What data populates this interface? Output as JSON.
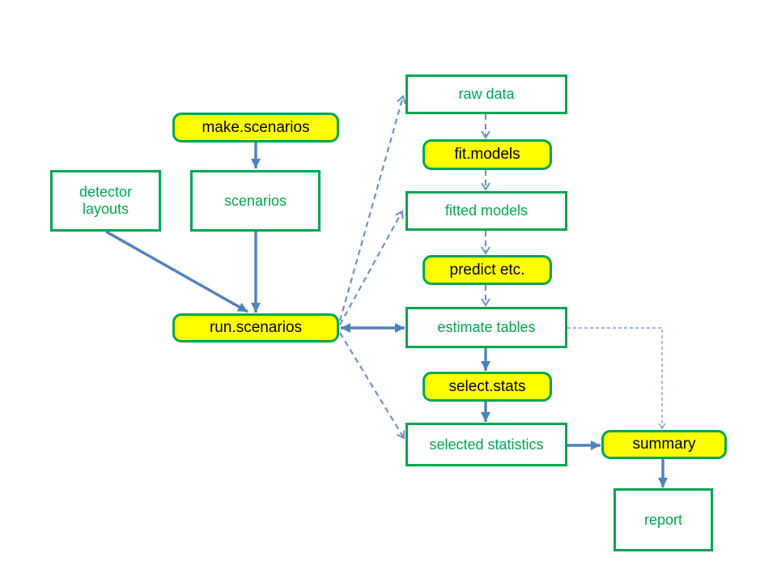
{
  "page": {
    "background": "#ffffff"
  },
  "colors": {
    "node_border_green": "#00A651",
    "node_text_green": "#00A651",
    "function_fill_yellow": "#FFFF00",
    "function_text_black": "#000000",
    "arrow_solid_blue": "#4F81BD",
    "arrow_dashed_blue": "#6D92CB",
    "arrow_elbow_blue": "#7E9FD3"
  },
  "diagram": {
    "nodes": {
      "make_scenarios": {
        "label": "make.scenarios",
        "kind": "function"
      },
      "detector_layouts": {
        "label": "detector\nlayouts",
        "kind": "data"
      },
      "scenarios": {
        "label": "scenarios",
        "kind": "data"
      },
      "run_scenarios": {
        "label": "run.scenarios",
        "kind": "function"
      },
      "raw_data": {
        "label": "raw data",
        "kind": "data"
      },
      "fit_models": {
        "label": "fit.models",
        "kind": "function"
      },
      "fitted_models": {
        "label": "fitted models",
        "kind": "data"
      },
      "predict_etc": {
        "label": "predict etc.",
        "kind": "function"
      },
      "estimate_tables": {
        "label": "estimate tables",
        "kind": "data"
      },
      "select_stats": {
        "label": "select.stats",
        "kind": "function"
      },
      "selected_statistics": {
        "label": "selected statistics",
        "kind": "data"
      },
      "summary": {
        "label": "summary",
        "kind": "function"
      },
      "report": {
        "label": "report",
        "kind": "data"
      }
    },
    "edges": [
      {
        "from": "make_scenarios",
        "to": "scenarios",
        "style": "solid"
      },
      {
        "from": "detector_layouts",
        "to": "run_scenarios",
        "style": "solid"
      },
      {
        "from": "scenarios",
        "to": "run_scenarios",
        "style": "solid"
      },
      {
        "from": "run_scenarios",
        "to": "estimate_tables",
        "style": "solid",
        "bidirectional": true
      },
      {
        "from": "run_scenarios",
        "to": "raw_data",
        "style": "dashed"
      },
      {
        "from": "run_scenarios",
        "to": "fitted_models",
        "style": "dashed"
      },
      {
        "from": "run_scenarios",
        "to": "selected_statistics",
        "style": "dashed"
      },
      {
        "from": "raw_data",
        "to": "fit_models",
        "style": "dashed"
      },
      {
        "from": "fit_models",
        "to": "fitted_models",
        "style": "dashed"
      },
      {
        "from": "fitted_models",
        "to": "predict_etc",
        "style": "dashed"
      },
      {
        "from": "predict_etc",
        "to": "estimate_tables",
        "style": "dashed"
      },
      {
        "from": "estimate_tables",
        "to": "select_stats",
        "style": "solid"
      },
      {
        "from": "select_stats",
        "to": "selected_statistics",
        "style": "solid"
      },
      {
        "from": "selected_statistics",
        "to": "summary",
        "style": "solid"
      },
      {
        "from": "estimate_tables",
        "to": "summary",
        "style": "dashed-elbow"
      },
      {
        "from": "summary",
        "to": "report",
        "style": "solid"
      }
    ]
  }
}
